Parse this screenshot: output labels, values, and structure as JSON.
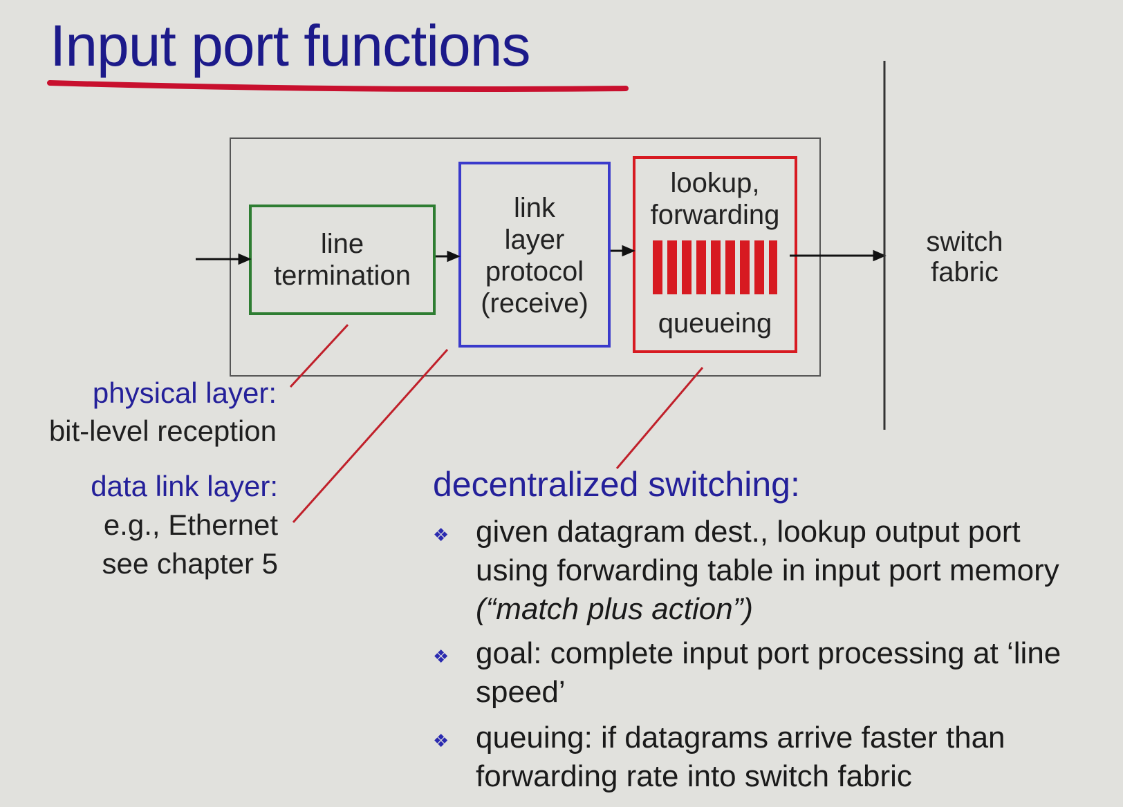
{
  "title": "Input port functions",
  "boxes": {
    "line_termination": [
      "line",
      "termination"
    ],
    "link_layer": [
      "link",
      "layer",
      "protocol",
      "(receive)"
    ],
    "lookup": {
      "top": [
        "lookup,",
        "forwarding"
      ],
      "bottom": "queueing"
    }
  },
  "switch_fabric": [
    "switch",
    "fabric"
  ],
  "physical": {
    "head": "physical layer:",
    "text": "bit-level reception"
  },
  "datalink": {
    "head": "data link layer:",
    "line1": "e.g., Ethernet",
    "line2": "see chapter 5"
  },
  "decentralized": {
    "heading": "decentralized switching:",
    "bullet_glyph": "❖",
    "bullet1_plain": "given datagram dest., lookup output port using forwarding table in input port memory ",
    "bullet1_italic": "(“match plus action”)",
    "bullet2": "goal: complete input port processing at ‘line speed’",
    "bullet3": "queuing: if datagrams arrive faster than forwarding rate into switch fabric"
  },
  "colors": {
    "title": "#1c1a8a",
    "underline": "#c8102e",
    "green_box": "#2e7d32",
    "blue_box": "#3a3acb",
    "red_box": "#d71a21",
    "callout_line": "#c0202a"
  }
}
